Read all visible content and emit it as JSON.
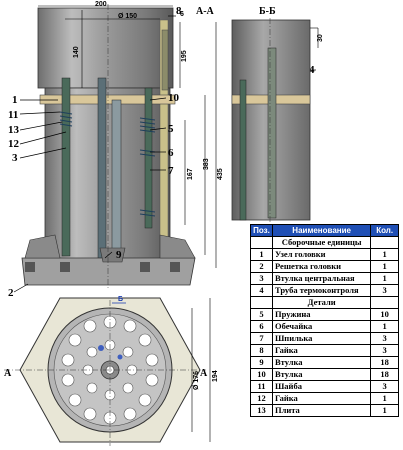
{
  "section_marks": {
    "aa": "А-А",
    "bb": "Б-Б"
  },
  "dimensions": {
    "overall_width": "200",
    "inner_diameter": "Ø 150",
    "wall": "6",
    "top_height": "140",
    "top_right": "195",
    "total_height": "435",
    "height_383": "383",
    "height_167": "167",
    "plate_diameter": "Ø 176",
    "hex_size": "194",
    "bb_top": "30",
    "section_arrow": "Б",
    "view_a_left": "А",
    "view_a_right": "А"
  },
  "callouts": {
    "c1": "1",
    "c11": "11",
    "c13": "13",
    "c12": "12",
    "c3": "3",
    "c8": "8",
    "c10": "10",
    "c5": "5",
    "c6": "6",
    "c7": "7",
    "c9": "9",
    "c2": "2",
    "c4": "4"
  },
  "spec_table": {
    "headers": {
      "pos": "Поз.",
      "name": "Наименование",
      "qty": "Кол."
    },
    "group_assembly": "Сборочные единицы",
    "assembly": [
      {
        "pos": "1",
        "name": "Узел головки",
        "qty": "1"
      },
      {
        "pos": "2",
        "name": "Решетка головки",
        "qty": "1"
      },
      {
        "pos": "3",
        "name": "Втулка центральная",
        "qty": "1"
      },
      {
        "pos": "4",
        "name": "Труба термоконтроля",
        "qty": "3"
      }
    ],
    "group_parts": "Детали",
    "parts": [
      {
        "pos": "5",
        "name": "Пружина",
        "qty": "10"
      },
      {
        "pos": "6",
        "name": "Обечайка",
        "qty": "1"
      },
      {
        "pos": "7",
        "name": "Шпилька",
        "qty": "3"
      },
      {
        "pos": "8",
        "name": "Гайка",
        "qty": "3"
      },
      {
        "pos": "9",
        "name": "Втулка",
        "qty": "18"
      },
      {
        "pos": "10",
        "name": "Втулка",
        "qty": "18"
      },
      {
        "pos": "11",
        "name": "Шайба",
        "qty": "3"
      },
      {
        "pos": "12",
        "name": "Гайка",
        "qty": "1"
      },
      {
        "pos": "13",
        "name": "Плита",
        "qty": "1"
      }
    ]
  }
}
